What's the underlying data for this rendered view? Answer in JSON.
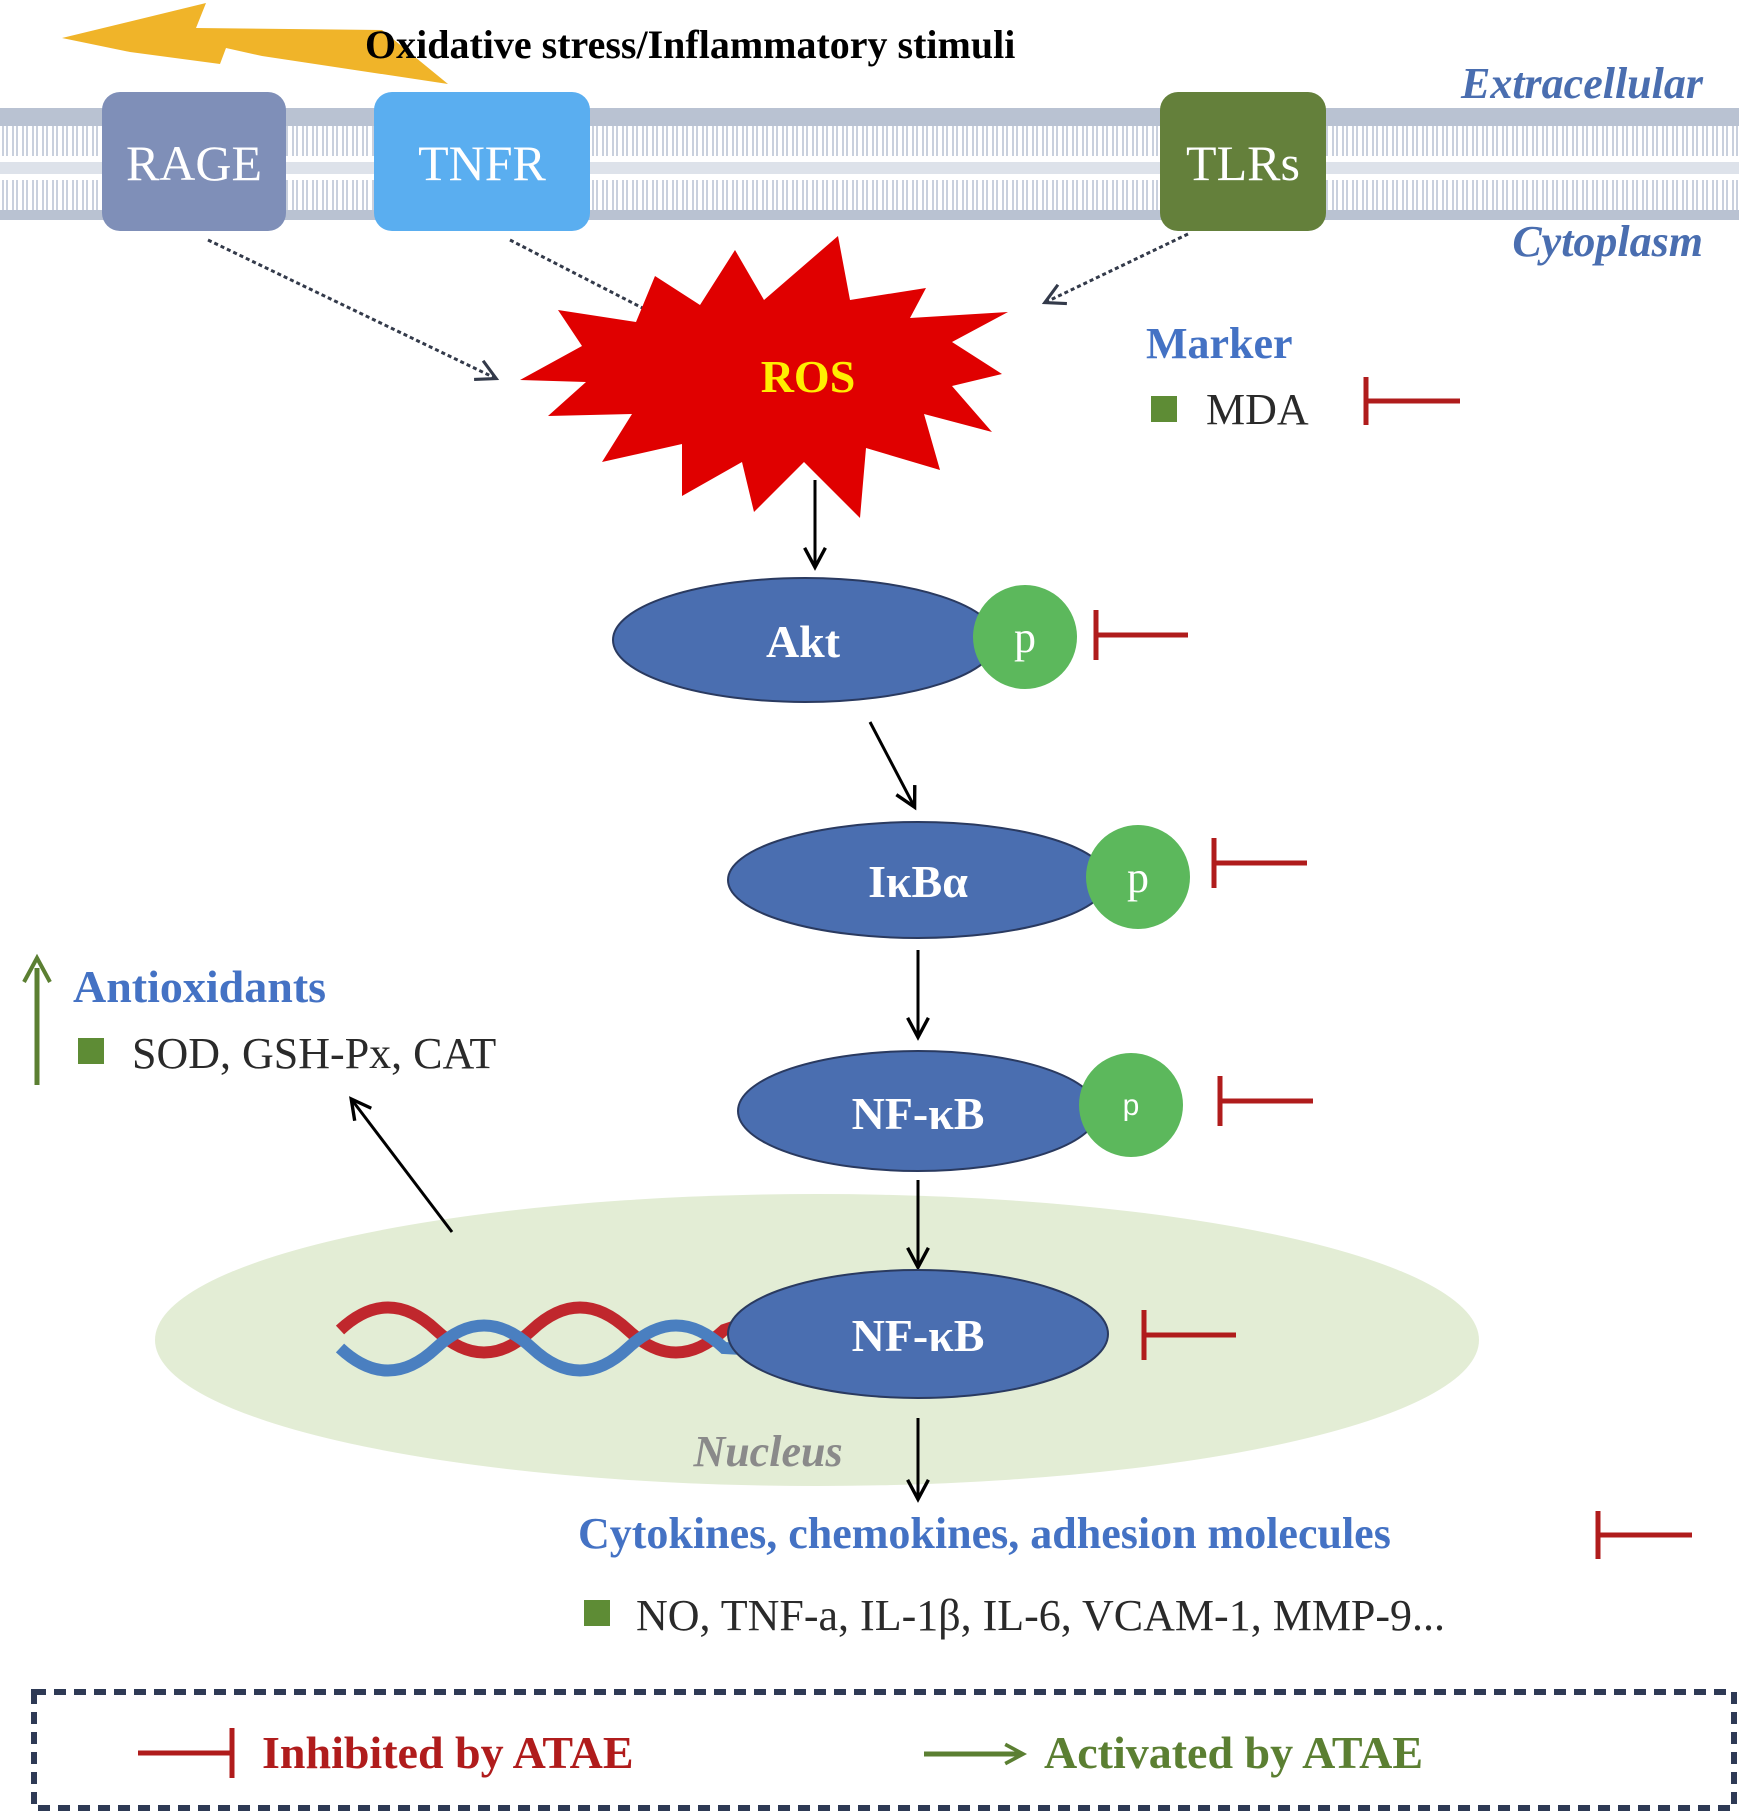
{
  "header": {
    "stimulus_label": "Oxidative stress/Inflammatory stimuli"
  },
  "membrane": {
    "extracellular_label": "Extracellular",
    "cytoplasm_label": "Cytoplasm",
    "receptors": [
      {
        "label": "RAGE",
        "color": "#7f8fb8"
      },
      {
        "label": "TNFR",
        "color": "#5aaef0"
      },
      {
        "label": "TLRs",
        "color": "#64803b"
      }
    ]
  },
  "ros": {
    "label": "ROS",
    "fill": "#e00000",
    "text_color": "#ffee00"
  },
  "marker": {
    "title": "Marker",
    "item": "MDA"
  },
  "cascade": {
    "akt": {
      "label": "Akt",
      "phospho": "p"
    },
    "ikba": {
      "label": "IκBα",
      "phospho": "p"
    },
    "nfkb_cyto": {
      "label": "NF-κB",
      "phospho": "p"
    },
    "nfkb_nuclear": {
      "label": "NF-κB"
    }
  },
  "nucleus": {
    "label": "Nucleus"
  },
  "antioxidants": {
    "title": "Antioxidants",
    "items": "SOD, GSH-Px, CAT"
  },
  "outputs": {
    "title": "Cytokines, chemokines, adhesion molecules",
    "items": "NO, TNF-a, IL-1β, IL-6, VCAM-1, MMP-9..."
  },
  "legend": {
    "inhibited_label": "Inhibited by ATAE",
    "activated_label": "Activated by ATAE"
  },
  "colors": {
    "node_blue": "#4a6eb0",
    "phospho_green": "#5cb85c",
    "heading_blue": "#4472c4",
    "inhibit_red": "#b01c1c",
    "activate_green": "#5b7f32",
    "square_green": "#5e8c35",
    "nucleus_fill": "#e3edd5"
  }
}
